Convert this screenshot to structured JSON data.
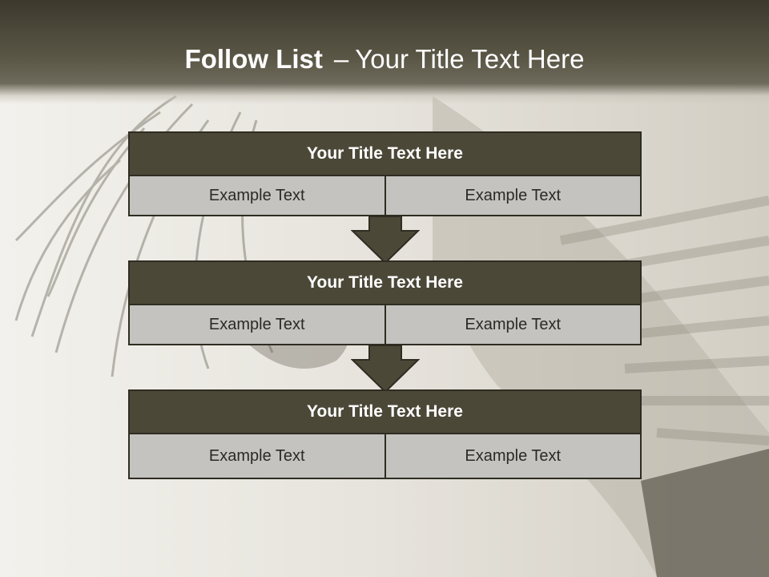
{
  "slide": {
    "title_bold": "Follow List",
    "title_sep": "–",
    "title_rest": "Your Title Text Here"
  },
  "steps": [
    {
      "title": "Your Title Text Here",
      "left": "Example Text",
      "right": "Example Text"
    },
    {
      "title": "Your Title Text Here",
      "left": "Example Text",
      "right": "Example Text"
    },
    {
      "title": "Your Title Text Here",
      "left": "Example Text",
      "right": "Example Text"
    }
  ],
  "colors": {
    "header_dark": "#3c392d",
    "box_title": "#4c4838",
    "box_cell": "#c4c3c0",
    "arrow": "#4c4838"
  },
  "icons": [
    "down-arrow-icon"
  ]
}
